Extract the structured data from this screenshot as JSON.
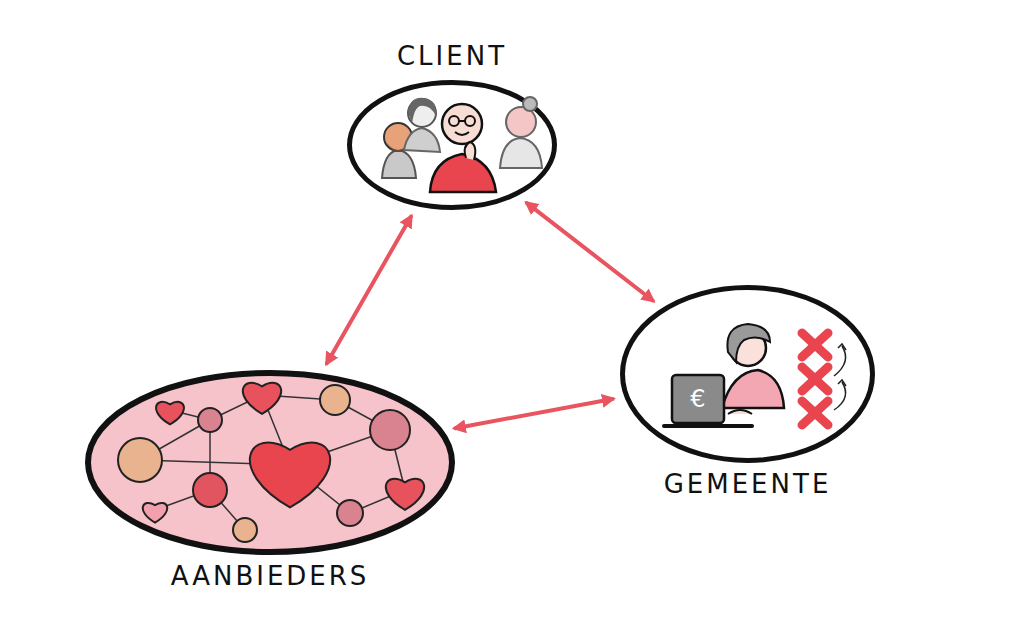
{
  "diagram": {
    "nodes": [
      {
        "text": [
          "CLIENT"
        ]
      },
      {
        "text": [
          "GEMEENTE"
        ]
      },
      {
        "text": [
          "AANBIEDERS"
        ]
      }
    ],
    "edges": [
      {
        "from": 0,
        "to": 2,
        "arrow": "both"
      },
      {
        "from": 0,
        "to": 1,
        "arrow": "both"
      },
      {
        "from": 2,
        "to": 1,
        "arrow": "both"
      }
    ],
    "labels": [
      "€"
    ]
  }
}
